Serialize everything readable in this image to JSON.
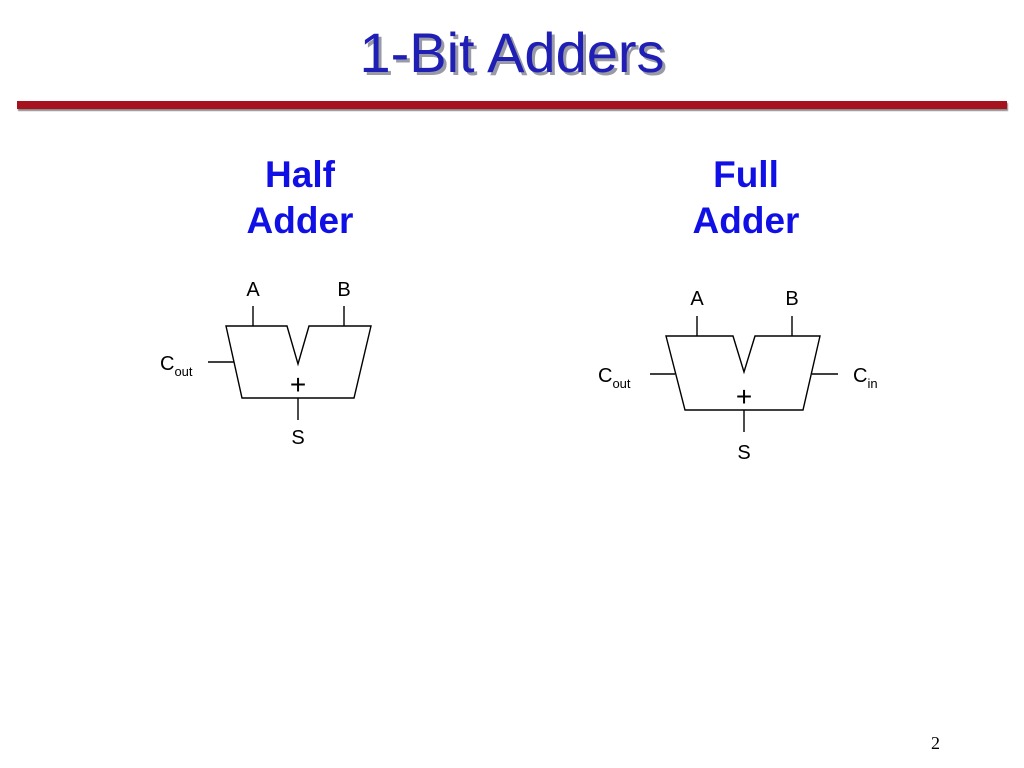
{
  "slide": {
    "title": "1-Bit Adders",
    "page_number": "2"
  },
  "half_adder": {
    "heading_line1": "Half",
    "heading_line2": "Adder",
    "input_a": "A",
    "input_b": "B",
    "carry_out_main": "C",
    "carry_out_sub": "out",
    "operator": "+",
    "sum": "S"
  },
  "full_adder": {
    "heading_line1": "Full",
    "heading_line2": "Adder",
    "input_a": "A",
    "input_b": "B",
    "carry_out_main": "C",
    "carry_out_sub": "out",
    "carry_in_main": "C",
    "carry_in_sub": "in",
    "operator": "+",
    "sum": "S"
  },
  "colors": {
    "title": "#1f1fb5",
    "heading": "#1010e6",
    "rule": "#a6121d"
  }
}
